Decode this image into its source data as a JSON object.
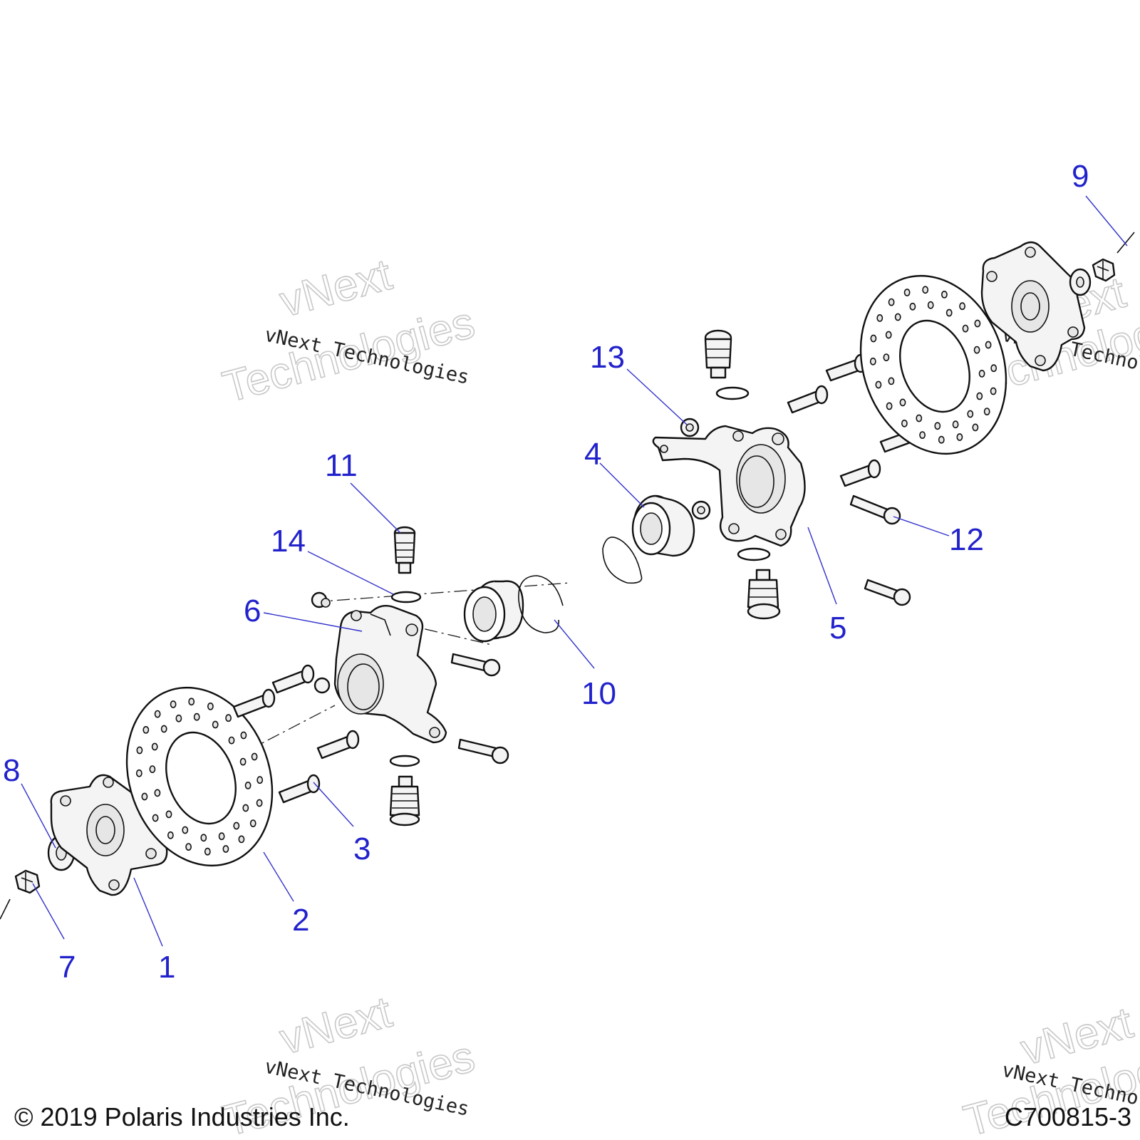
{
  "callouts": {
    "c1": "1",
    "c2": "2",
    "c3": "3",
    "c4": "4",
    "c5": "5",
    "c6": "6",
    "c7": "7",
    "c8": "8",
    "c9": "9",
    "c10": "10",
    "c11": "11",
    "c12": "12",
    "c13": "13",
    "c14": "14"
  },
  "watermark": {
    "line1": "vNext",
    "line2": "Technologies",
    "small": "vNext Technologies"
  },
  "footer": {
    "copyright": "© 2019 Polaris Industries Inc.",
    "drawing_id": "C700815-3"
  },
  "colors": {
    "callout": "#2222cc",
    "line": "#111111"
  }
}
